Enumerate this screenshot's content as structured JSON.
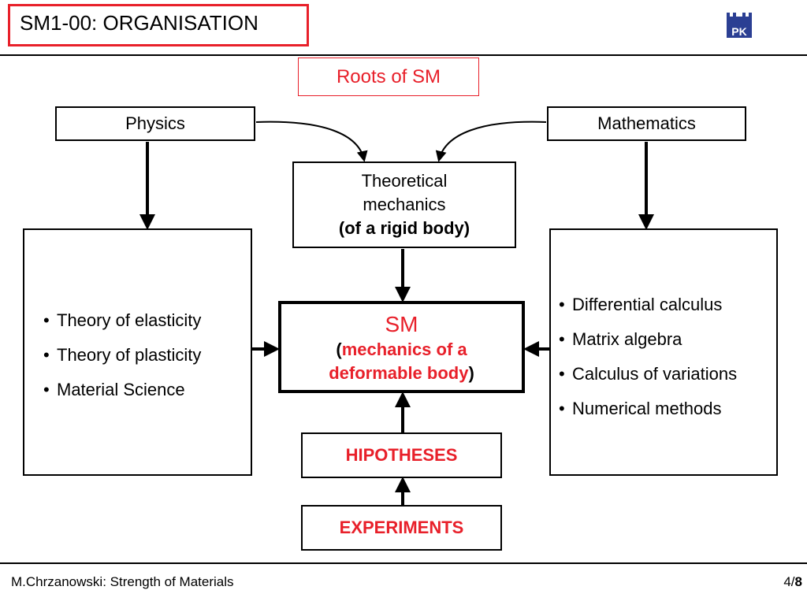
{
  "header": {
    "title": "SM1-00: ORGANISATION",
    "logo_text": "PK"
  },
  "diagram": {
    "roots_label": "Roots of SM",
    "physics": "Physics",
    "mathematics": "Mathematics",
    "theoretical": {
      "line1": "Theoretical",
      "line2": "mechanics",
      "line3": "(of a rigid body)"
    },
    "physics_items": [
      "Theory of elasticity",
      "Theory of plasticity",
      "Material Science"
    ],
    "math_items": [
      "Differential calculus",
      "Matrix algebra",
      "Calculus of variations",
      "Numerical methods"
    ],
    "sm": {
      "title": "SM",
      "open_paren": "(",
      "sub_line1": "mechanics of a",
      "sub_line2": "deformable body",
      "close_paren": ")"
    },
    "hipotheses": "HIPOTHESES",
    "experiments": "EXPERIMENTS"
  },
  "footer": {
    "left": "M.Chrzanowski: Strength of Materials",
    "page": "4",
    "sep": "/",
    "total": "8"
  },
  "colors": {
    "accent": "#e8202a",
    "line": "#000000"
  }
}
